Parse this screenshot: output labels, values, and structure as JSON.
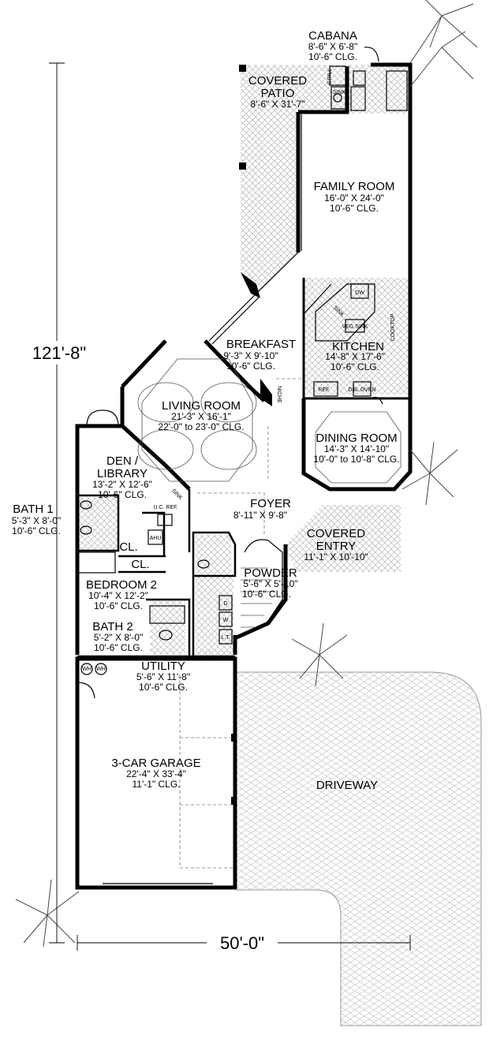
{
  "overall": {
    "depth": "121'-8\"",
    "width": "50'-0\""
  },
  "rooms": {
    "cabana": {
      "name": "CABANA",
      "dims": "8'-6\" X 6'-8\"",
      "ceiling": "10'-6\" CLG."
    },
    "covered_patio": {
      "name1": "COVERED",
      "name2": "PATIO",
      "dims": "8'-6\" X 31'-7\""
    },
    "family_room": {
      "name": "FAMILY ROOM",
      "dims": "16'-0\" X 24'-0\"",
      "ceiling": "10'-6\" CLG."
    },
    "breakfast": {
      "name": "BREAKFAST",
      "dims": "9'-3\" X 9'-10\"",
      "ceiling": "10'-6\" CLG."
    },
    "kitchen": {
      "name": "KITCHEN",
      "dims": "14'-8\" X 17'-6\"",
      "ceiling": "10'-6\" CLG."
    },
    "living_room": {
      "name": "LIVING ROOM",
      "dims": "21'-3\" X 16'-1\"",
      "ceiling": "22'-0\" to 23'-0\" CLG."
    },
    "dining_room": {
      "name": "DINING ROOM",
      "dims": "14'-3\" X 14'-10\"",
      "ceiling": "10'-0\" to 10'-8\" CLG."
    },
    "den": {
      "name1": "DEN /",
      "name2": "LIBRARY",
      "dims": "13'-2\" X 12'-6\"",
      "ceiling": "10'-6\" CLG."
    },
    "foyer": {
      "name": "FOYER",
      "dims": "8'-11\" X 9'-8\""
    },
    "covered_entry": {
      "name1": "COVERED",
      "name2": "ENTRY",
      "dims": "11'-1\" X 10'-10\""
    },
    "bath1": {
      "name": "BATH 1",
      "dims": "5'-3\" X 8'-0\"",
      "ceiling": "10'-6\" CLG."
    },
    "powder": {
      "name": "POWDER",
      "dims": "5'-6\" X 5'-10\"",
      "ceiling": "10'-6\" CLG."
    },
    "bedroom2": {
      "name": "BEDROOM 2",
      "dims": "10'-4\" X 12'-2\"",
      "ceiling": "10'-6\" CLG."
    },
    "bath2": {
      "name": "BATH 2",
      "dims": "5'-2\" X 8'-0\"",
      "ceiling": "10'-6\" CLG."
    },
    "utility": {
      "name": "UTILITY",
      "dims": "5'-6\" X 11'-8\"",
      "ceiling": "10'-6\" CLG."
    },
    "garage": {
      "name": "3-CAR GARAGE",
      "dims": "22'-4\" X 33'-4\"",
      "ceiling": "11'-1\" CLG."
    },
    "driveway": {
      "name": "DRIVEWAY"
    }
  },
  "fixtures": {
    "grill": "GRILL",
    "sink": "SINK",
    "dw": "DW",
    "veg_sink": "VEG SINK",
    "cooktop": "COOKTOP",
    "ref": "REF.",
    "dbl_oven": "DBL OVEN",
    "niche": "NICHE",
    "uc_ref": "U.C. REF.",
    "ahu": "AHU",
    "cl": "CL.",
    "d": "D",
    "w": "W",
    "lt": "L.T.",
    "wh": "WH"
  }
}
